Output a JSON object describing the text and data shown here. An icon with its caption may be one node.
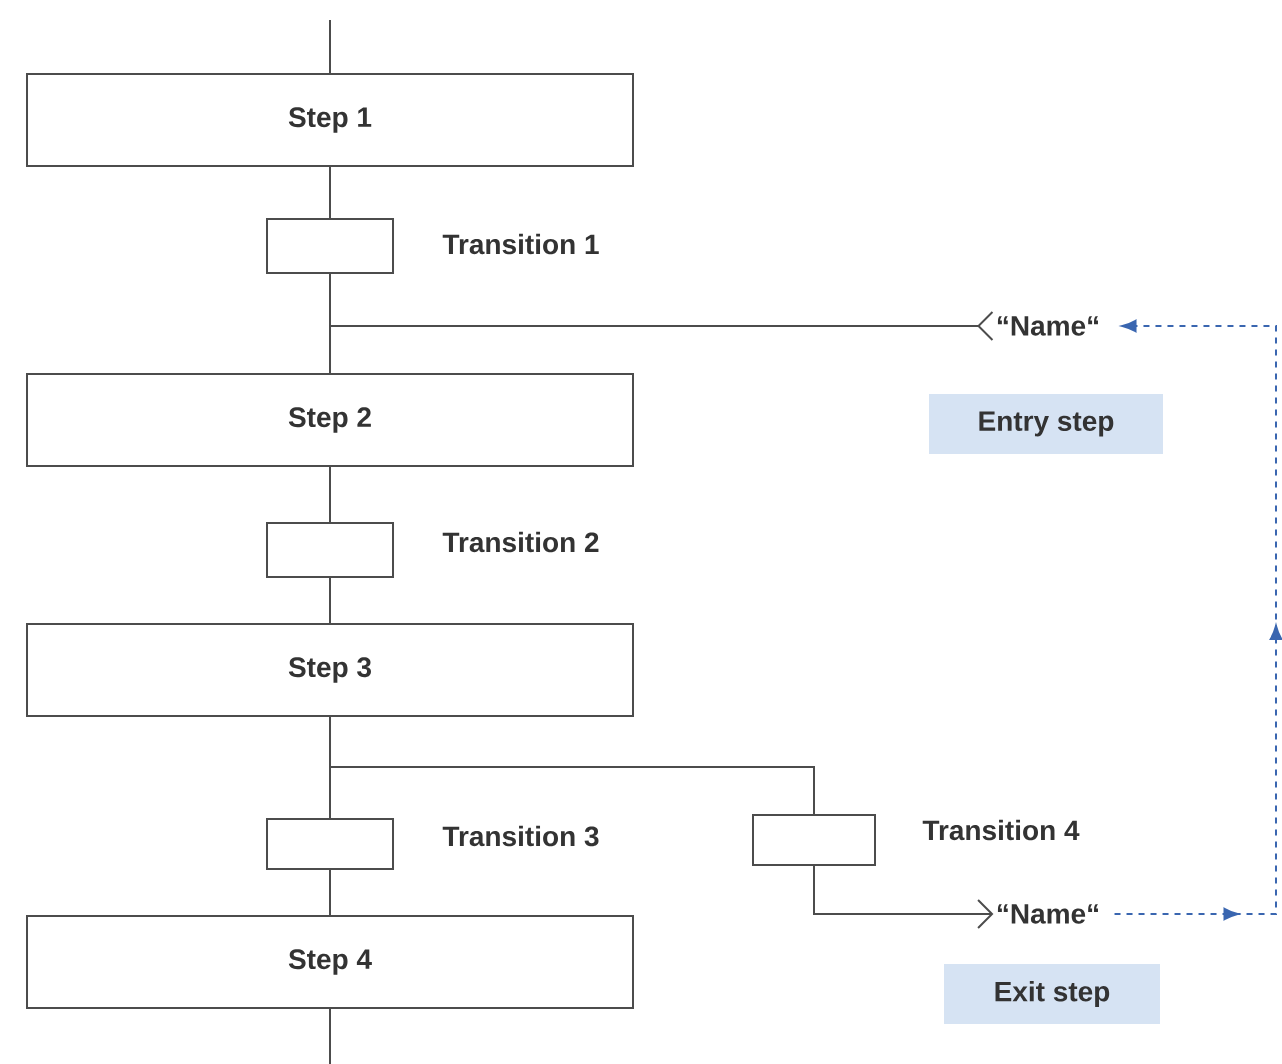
{
  "diagram": {
    "nodes": [
      {
        "text": [
          "Step 1"
        ]
      },
      {
        "text": [],
        "shape": "box",
        "beside": [
          "Transition 1"
        ]
      },
      {
        "text": [
          "“Name“"
        ]
      },
      {
        "text": [
          "Step 2"
        ]
      },
      {
        "text": [
          "Entry step"
        ]
      },
      {
        "text": [],
        "shape": "box",
        "beside": [
          "Transition 2"
        ]
      },
      {
        "text": [
          "Step 3"
        ]
      },
      {
        "text": [],
        "shape": "box",
        "beside": [
          "Transition 3"
        ]
      },
      {
        "text": [],
        "shape": "box",
        "beside": [
          "Transition 4"
        ]
      },
      {
        "text": [
          "“Name“"
        ]
      },
      {
        "text": [
          "Step 4"
        ]
      },
      {
        "text": [
          "Exit step"
        ]
      }
    ],
    "edges": [
      {
        "from": null,
        "to": 0,
        "arrow": "none"
      },
      {
        "from": 0,
        "to": 1,
        "arrow": "none"
      },
      {
        "from": 1,
        "to": 3,
        "arrow": "none"
      },
      {
        "from": 3,
        "to": 2,
        "arrow": "other"
      },
      {
        "from": 3,
        "to": 5,
        "arrow": "none"
      },
      {
        "from": 5,
        "to": 6,
        "arrow": "none"
      },
      {
        "from": 6,
        "to": 7,
        "arrow": "none"
      },
      {
        "from": 6,
        "to": 8,
        "arrow": "none"
      },
      {
        "from": 7,
        "to": 10,
        "arrow": "none"
      },
      {
        "from": 8,
        "to": 9,
        "arrow": "to"
      },
      {
        "from": 10,
        "to": null,
        "arrow": "none"
      },
      {
        "from": 9,
        "to": 2,
        "arrow": "to",
        "style": "dashed",
        "color": "#3a66b0"
      }
    ]
  }
}
